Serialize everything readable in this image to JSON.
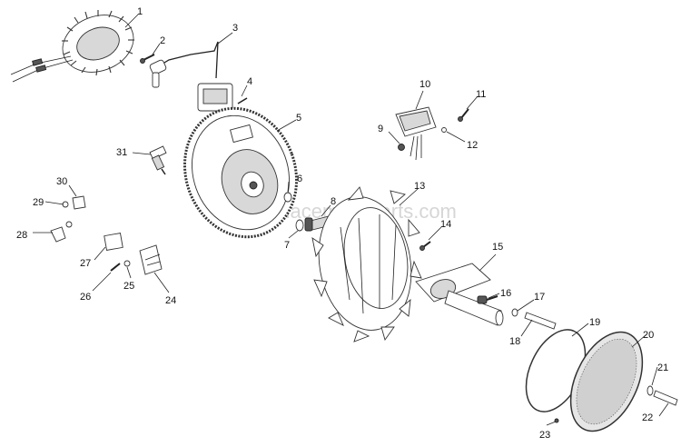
{
  "watermark": "eReplacementParts.com",
  "callouts": [
    {
      "n": "1"
    },
    {
      "n": "2"
    },
    {
      "n": "3"
    },
    {
      "n": "4"
    },
    {
      "n": "5"
    },
    {
      "n": "6"
    },
    {
      "n": "7"
    },
    {
      "n": "8"
    },
    {
      "n": "9"
    },
    {
      "n": "10"
    },
    {
      "n": "11"
    },
    {
      "n": "12"
    },
    {
      "n": "13"
    },
    {
      "n": "14"
    },
    {
      "n": "15"
    },
    {
      "n": "16"
    },
    {
      "n": "17"
    },
    {
      "n": "18"
    },
    {
      "n": "19"
    },
    {
      "n": "20"
    },
    {
      "n": "21"
    },
    {
      "n": "22"
    },
    {
      "n": "23"
    },
    {
      "n": "24"
    },
    {
      "n": "25"
    },
    {
      "n": "26"
    },
    {
      "n": "27"
    },
    {
      "n": "28"
    },
    {
      "n": "29"
    },
    {
      "n": "30"
    },
    {
      "n": "31"
    }
  ]
}
